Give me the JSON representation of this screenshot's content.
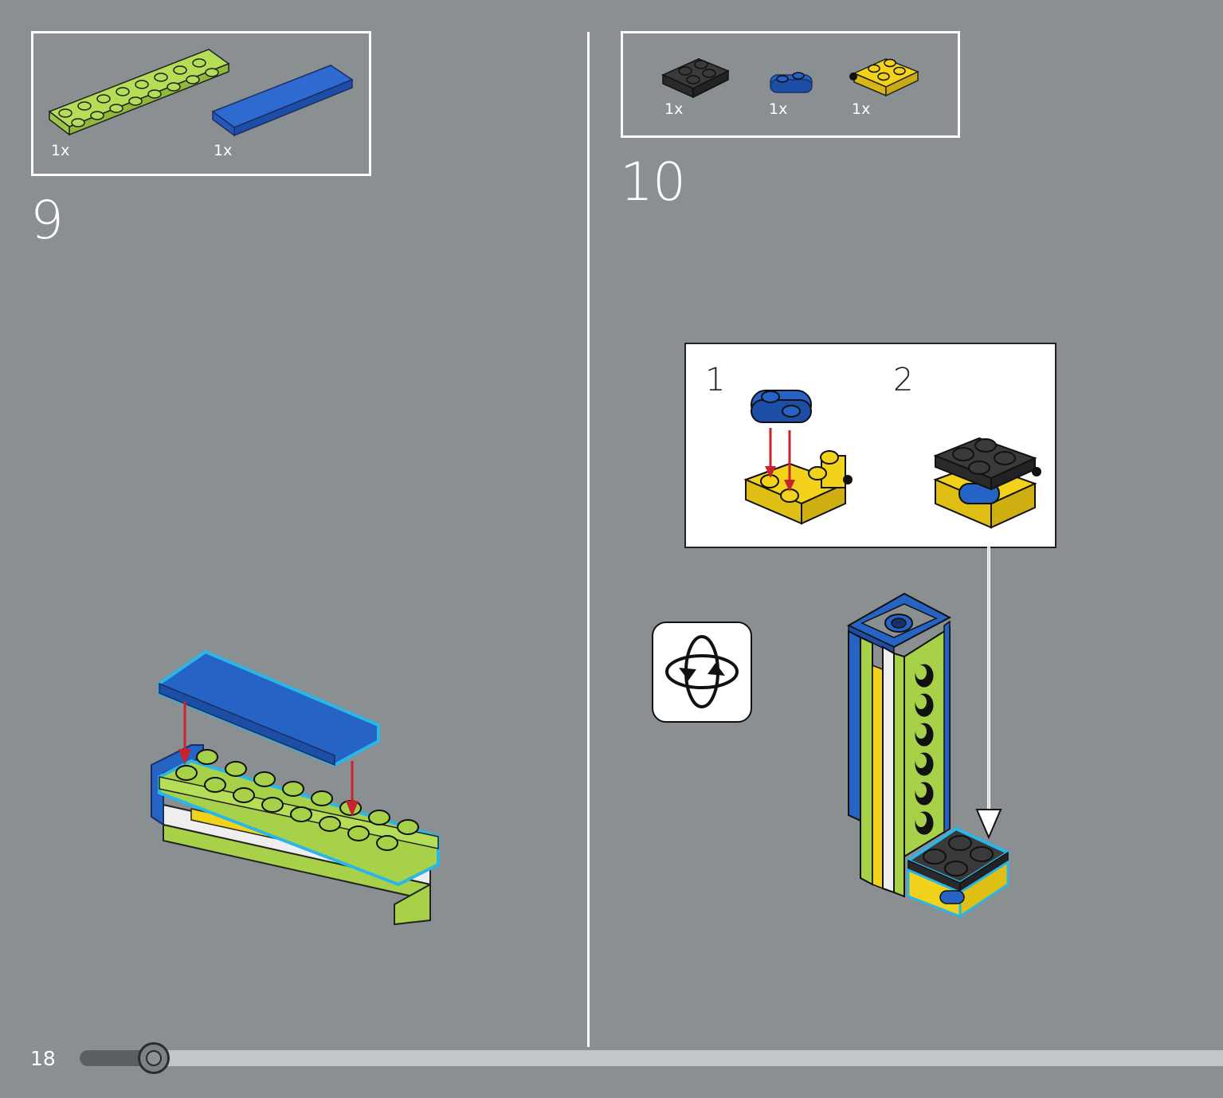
{
  "page": {
    "number": "18",
    "progress_fraction": 0.065
  },
  "step9": {
    "number": "9",
    "parts": [
      {
        "name": "lime-plate-2x8",
        "qty": "1x"
      },
      {
        "name": "blue-tile-2x6",
        "qty": "1x"
      }
    ]
  },
  "step10": {
    "number": "10",
    "parts": [
      {
        "name": "black-plate-2x2",
        "qty": "1x"
      },
      {
        "name": "blue-plate-1x2-rounded",
        "qty": "1x"
      },
      {
        "name": "yellow-bracket-plate",
        "qty": "1x"
      }
    ],
    "substeps": [
      "1",
      "2"
    ],
    "rotate_icon": "rotate-model-icon"
  },
  "colors": {
    "background": "#8a8f92",
    "lime": "#a8d14a",
    "blue": "#2563c4",
    "yellow": "#f2d21b",
    "black_brick": "#3a3a3a",
    "highlight": "#29b6e8",
    "arrow_red": "#c8232c"
  }
}
